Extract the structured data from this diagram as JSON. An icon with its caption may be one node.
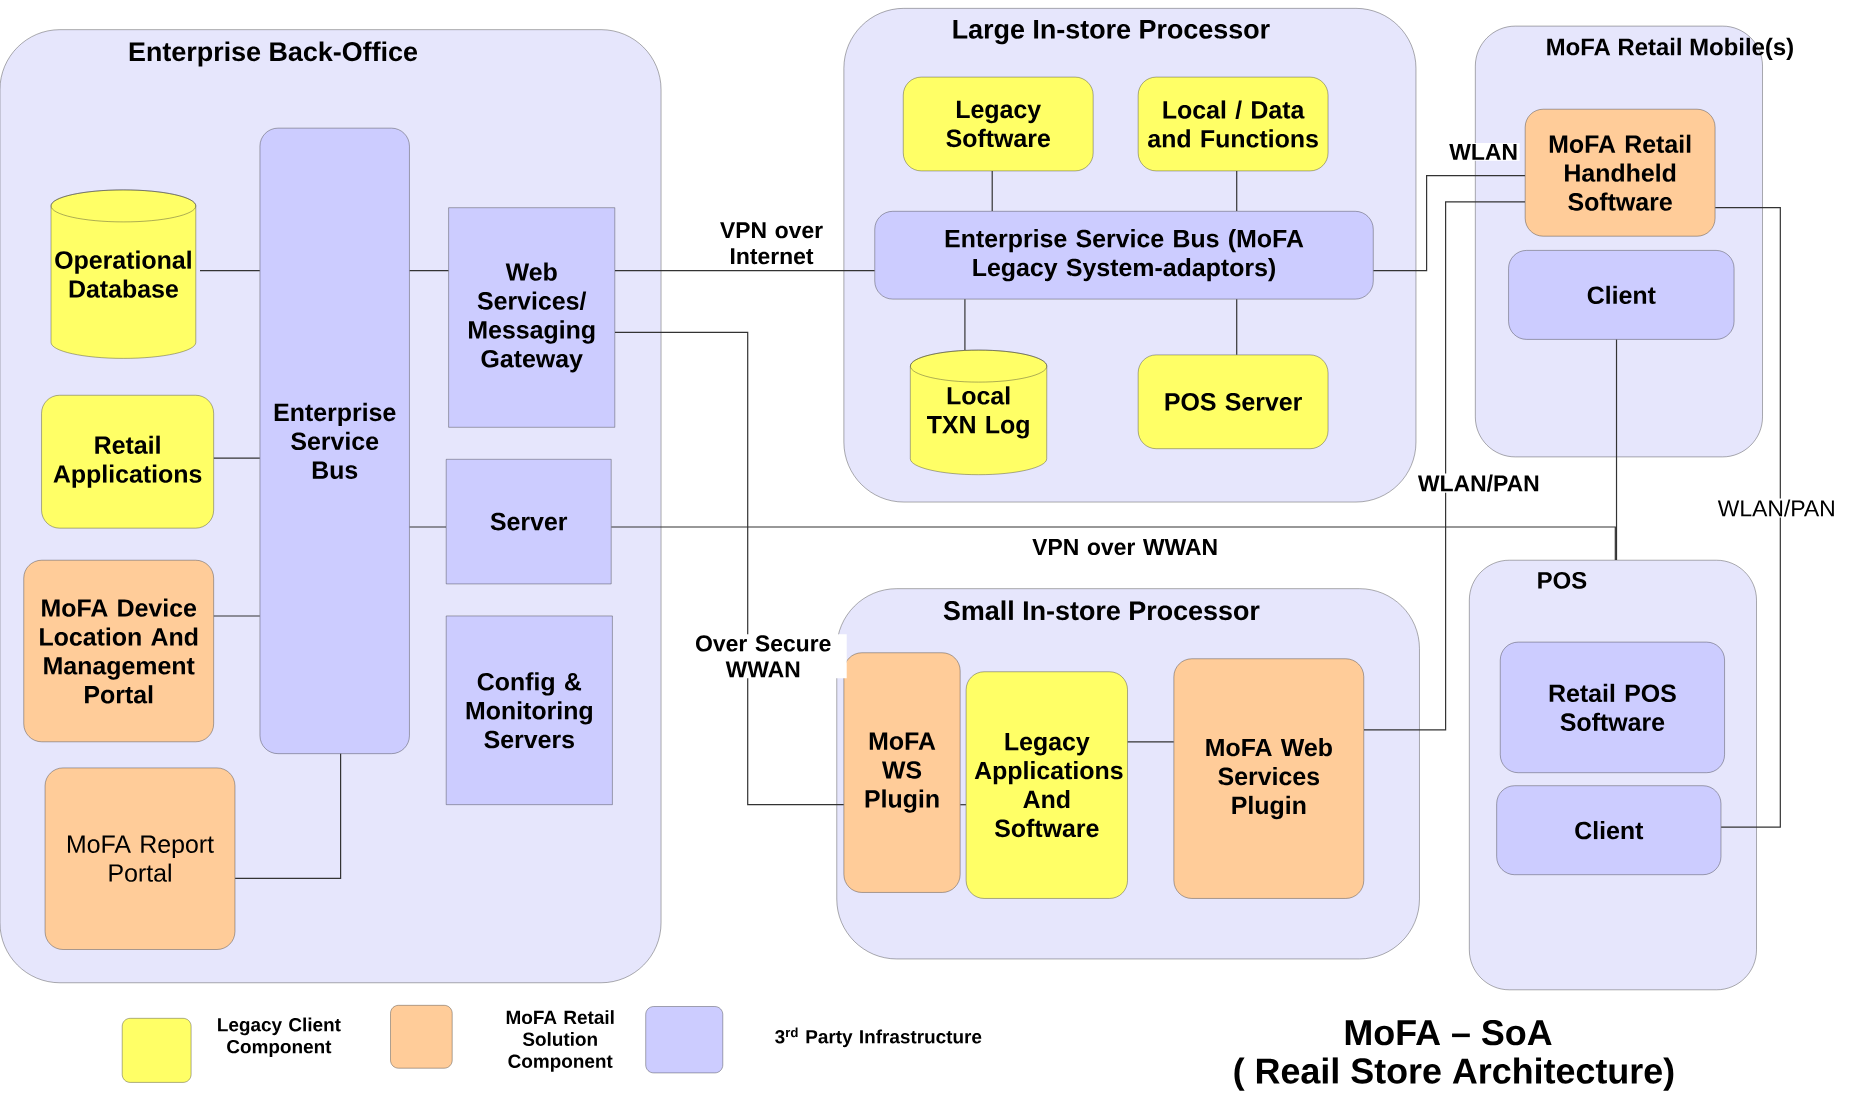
{
  "diagram": {
    "title": "MoFA – SoA",
    "caption": "( Reail Store Architecture)",
    "nodes": [
      {
        "text": [
          "Enterprise Back-Office"
        ]
      },
      {
        "text": [
          "Operational Database"
        ],
        "in": 0
      },
      {
        "text": [
          "Enterprise Service Bus"
        ],
        "in": 0
      },
      {
        "text": [
          "Web Services/ Messaging Gateway"
        ],
        "in": 0
      },
      {
        "text": [
          "Retail Applications"
        ],
        "in": 0
      },
      {
        "text": [
          "Server"
        ],
        "in": 0
      },
      {
        "text": [
          "MoFA Device Location And Management Portal"
        ],
        "in": 0
      },
      {
        "text": [
          "Config & Monitoring Servers"
        ],
        "in": 0
      },
      {
        "text": [
          "MoFA Report Portal"
        ],
        "in": 0
      },
      {
        "text": [
          "Large In-store Processor"
        ]
      },
      {
        "text": [
          "Legacy Software"
        ],
        "in": 9
      },
      {
        "text": [
          "Local / Data and Functions"
        ],
        "in": 9
      },
      {
        "text": [
          "Enterprise Service Bus (MoFA Legacy System-adaptors)"
        ],
        "in": 9
      },
      {
        "text": [
          "Local TXN Log"
        ],
        "in": 9
      },
      {
        "text": [
          "POS Server"
        ],
        "in": 9
      },
      {
        "text": [
          "MoFA Retail Mobile(s)"
        ]
      },
      {
        "text": [
          "MoFA Retail Handheld Software"
        ],
        "in": 15
      },
      {
        "text": [
          "Client"
        ],
        "in": 15
      },
      {
        "text": [
          "Small In-store Processor"
        ]
      },
      {
        "text": [
          "MoFA WS Plugin"
        ],
        "in": 18
      },
      {
        "text": [
          "Legacy Applications And Software"
        ],
        "in": 18
      },
      {
        "text": [
          "MoFA Web Services Plugin"
        ],
        "in": 18
      },
      {
        "text": [
          "POS"
        ]
      },
      {
        "text": [
          "Retail POS Software"
        ],
        "in": 22
      },
      {
        "text": [
          "Client"
        ],
        "in": 22
      }
    ],
    "edges": [
      {
        "from": 1,
        "to": 2,
        "arrow": "none"
      },
      {
        "from": 4,
        "to": 2,
        "arrow": "none"
      },
      {
        "from": 6,
        "to": 2,
        "arrow": "none"
      },
      {
        "from": 8,
        "to": 2,
        "arrow": "none"
      },
      {
        "from": 2,
        "to": 3,
        "arrow": "none"
      },
      {
        "from": 2,
        "to": 5,
        "arrow": "none"
      },
      {
        "from": 3,
        "to": 12,
        "arrow": "none",
        "label": "VPN over Internet"
      },
      {
        "from": 3,
        "to": 19,
        "arrow": "none",
        "label": "Over Secure WWAN"
      },
      {
        "from": 5,
        "to": 22,
        "arrow": "none",
        "label": "VPN over WWAN"
      },
      {
        "from": 17,
        "to": 22,
        "arrow": "none"
      },
      {
        "from": 12,
        "to": 16,
        "arrow": "none",
        "label": "WLAN"
      },
      {
        "from": 16,
        "to": 21,
        "arrow": "none",
        "label": "WLAN/PAN"
      },
      {
        "from": 16,
        "to": 24,
        "arrow": "none",
        "label": "WLAN/PAN"
      },
      {
        "from": 10,
        "to": 12,
        "arrow": "none"
      },
      {
        "from": 11,
        "to": 12,
        "arrow": "none"
      },
      {
        "from": 12,
        "to": 13,
        "arrow": "none"
      },
      {
        "from": 12,
        "to": 14,
        "arrow": "none"
      },
      {
        "from": 19,
        "to": 20,
        "arrow": "none"
      },
      {
        "from": 20,
        "to": 21,
        "arrow": "none"
      }
    ],
    "legend": [
      {
        "text": "Legacy Client Component",
        "color": "#ffff66"
      },
      {
        "text": "MoFA Retail Solution Component",
        "color": "#ffcc99"
      },
      {
        "text": "3$^{rd}$ Party Infrastructure",
        "color": "#ccccff"
      }
    ]
  }
}
